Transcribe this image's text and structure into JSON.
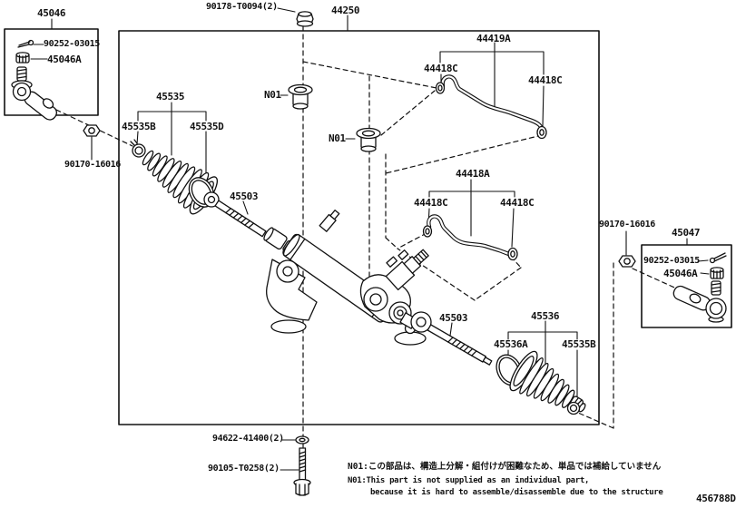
{
  "colors": {
    "ink": "#111111",
    "background": "#ffffff"
  },
  "parts": {
    "main_assembly": "44250",
    "mount_bolt_top": "90178-T0094(2)",
    "mount_washer": "94622-41400(2)",
    "mount_bolt_bottom": "90105-T0258(2)",
    "grommet_note_1": "N01",
    "grommet_note_2": "N01",
    "lock_nut_left": "90170-16016",
    "lock_nut_right": "90170-16016",
    "tie_rod_end_left": {
      "title": "45046",
      "cotter_pin": "90252-03015",
      "castle_nut": "45046A"
    },
    "tie_rod_end_right": {
      "title": "45047",
      "cotter_pin": "90252-03015",
      "castle_nut": "45046A"
    },
    "boot_left": {
      "title": "45535",
      "clamp": "45535B",
      "clip": "45535D"
    },
    "boot_right": {
      "title": "45536",
      "clip": "45536A",
      "clamp": "45535B"
    },
    "inner_rod_left": "45503",
    "inner_rod_right": "45503",
    "tube_upper": {
      "title": "44419A",
      "oring_left": "44418C",
      "oring_right": "44418C"
    },
    "tube_lower": {
      "title": "44418A",
      "oring_left": "44418C",
      "oring_right": "44418C"
    }
  },
  "notes": {
    "jp": "N01:この部品は、構造上分解・組付けが困難なため、単品では補給していません",
    "en_line1": "N01:This part is not supplied as an individual part,",
    "en_line2": "because it is hard to assemble/disassemble due to the structure"
  },
  "footer": {
    "doc_number": "456788D"
  }
}
